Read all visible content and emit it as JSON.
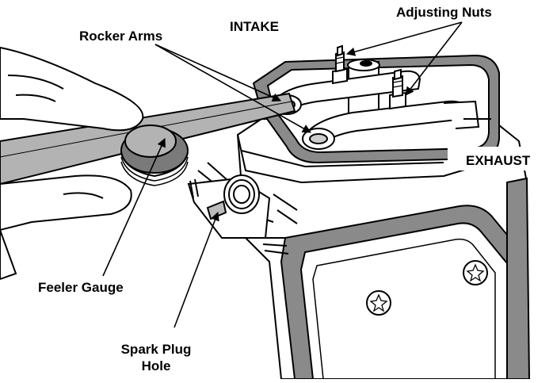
{
  "labels": {
    "rocker_arms": "Rocker Arms",
    "intake": "INTAKE",
    "adjusting_nuts": "Adjusting Nuts",
    "exhaust": "EXHAUST",
    "feeler_gauge": "Feeler Gauge",
    "spark_plug_line1": "Spark Plug",
    "spark_plug_line2": "Hole"
  },
  "colors": {
    "ink": "#000000",
    "gasket": "#8a8a8a",
    "gauge": "#b3b3b3",
    "gauge_dark": "#7a7a7a",
    "surface": "#ffffff"
  }
}
